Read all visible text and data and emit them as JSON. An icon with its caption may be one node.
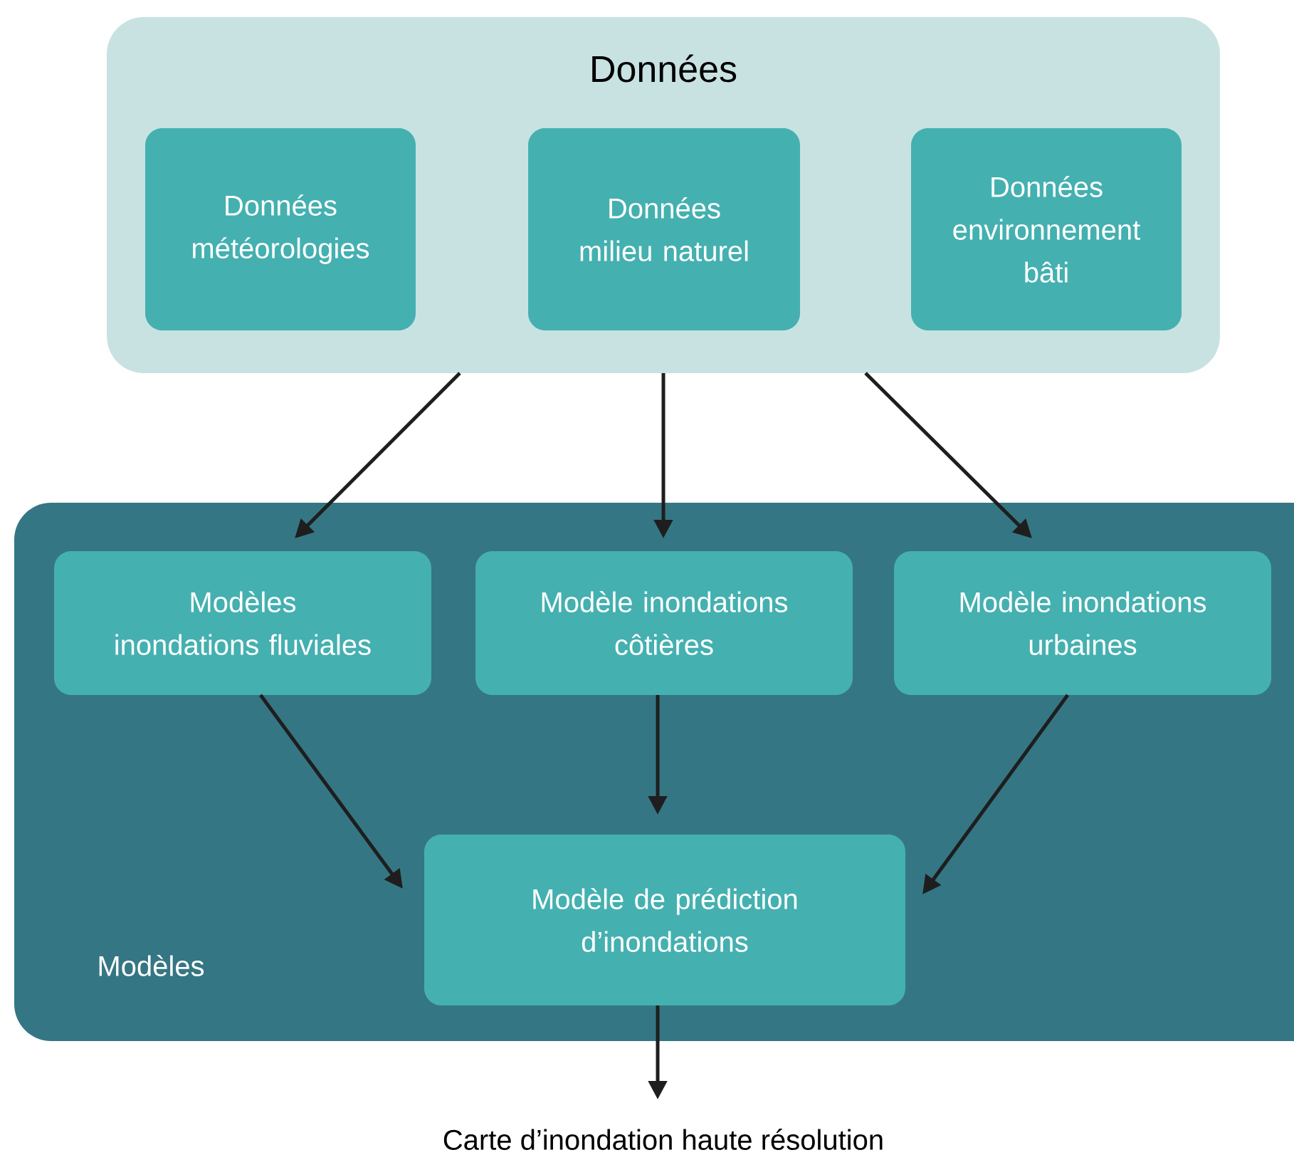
{
  "diagram": {
    "nodes": [
      {
        "text": [
          "Données"
        ]
      },
      {
        "text": [
          "Données météorologies"
        ],
        "in": 0
      },
      {
        "text": [
          "Données milieu naturel"
        ],
        "in": 0
      },
      {
        "text": [
          "Données environnement bâti"
        ],
        "in": 0
      },
      {
        "text": [
          "Modèles"
        ]
      },
      {
        "text": [
          "Modèles inondations fluviales"
        ],
        "in": 4
      },
      {
        "text": [
          "Modèle inondations côtières"
        ],
        "in": 4
      },
      {
        "text": [
          "Modèle inondations urbaines"
        ],
        "in": 4
      },
      {
        "text": [
          "Modèle de prédiction d’inondations"
        ],
        "in": 4
      },
      {
        "text": [
          "Carte d’inondation haute résolution"
        ]
      }
    ],
    "edges": [
      {
        "from": 0,
        "to": 5,
        "arrow": "to"
      },
      {
        "from": 0,
        "to": 6,
        "arrow": "to"
      },
      {
        "from": 0,
        "to": 7,
        "arrow": "to"
      },
      {
        "from": 5,
        "to": 8,
        "arrow": "to"
      },
      {
        "from": 6,
        "to": 8,
        "arrow": "to"
      },
      {
        "from": 7,
        "to": 8,
        "arrow": "to"
      },
      {
        "from": 8,
        "to": 9,
        "arrow": "to"
      }
    ]
  }
}
